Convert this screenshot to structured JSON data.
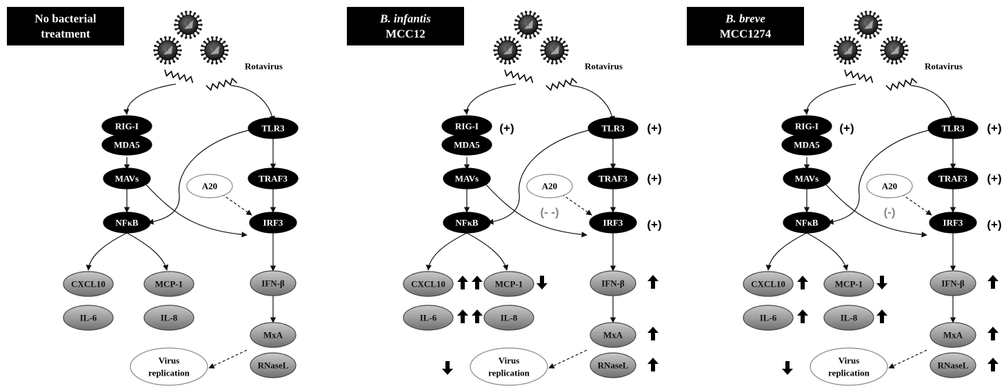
{
  "panels": [
    {
      "id": "no-treatment",
      "title_line1": "No bacterial",
      "title_line1_italic": false,
      "title_line2": "treatment",
      "virus_label": "Rotavirus",
      "nodes": {
        "rig": "RIG-I",
        "mda": "MDA5",
        "mav": "MAVs",
        "nfkb": "NFκB",
        "tlr3": "TLR3",
        "traf3": "TRAF3",
        "irf3": "IRF3",
        "a20": "A20",
        "cxcl10": "CXCL10",
        "mcp1": "MCP-1",
        "il6": "IL-6",
        "il8": "IL-8",
        "ifnb": "IFN-β",
        "mxa": "MxA",
        "rnasel": "RNaseL",
        "virus_rep_line1": "Virus",
        "virus_rep_line2": "replication"
      },
      "signs": {},
      "arrows": {}
    },
    {
      "id": "b-infantis",
      "title_line1": "B. infantis",
      "title_line1_italic": true,
      "title_line2": "MCC12",
      "virus_label": "Rotavirus",
      "nodes": {
        "rig": "RIG-I",
        "mda": "MDA5",
        "mav": "MAVs",
        "nfkb": "NFκB",
        "tlr3": "TLR3",
        "traf3": "TRAF3",
        "irf3": "IRF3",
        "a20": "A20",
        "cxcl10": "CXCL10",
        "mcp1": "MCP-1",
        "il6": "IL-6",
        "il8": "IL-8",
        "ifnb": "IFN-β",
        "mxa": "MxA",
        "rnasel": "RNaseL",
        "virus_rep_line1": "Virus",
        "virus_rep_line2": "replication"
      },
      "signs": {
        "rig": "(+)",
        "tlr3": "(+)",
        "traf3": "(+)",
        "irf3": "(+)",
        "a20": "(- -)"
      },
      "arrows": {
        "cxcl10": [
          "up",
          "up"
        ],
        "il6": [
          "up",
          "up"
        ],
        "mcp1": [
          "down"
        ],
        "ifnb": [
          "up"
        ],
        "mxa": [
          "up"
        ],
        "rnasel": [
          "up"
        ],
        "virus": [
          "down"
        ]
      }
    },
    {
      "id": "b-breve",
      "title_line1": "B. breve",
      "title_line1_italic": true,
      "title_line2": "MCC1274",
      "virus_label": "Rotavirus",
      "nodes": {
        "rig": "RIG-I",
        "mda": "MDA5",
        "mav": "MAVs",
        "nfkb": "NFκB",
        "tlr3": "TLR3",
        "traf3": "TRAF3",
        "irf3": "IRF3",
        "a20": "A20",
        "cxcl10": "CXCL10",
        "mcp1": "MCP-1",
        "il6": "IL-6",
        "il8": "IL-8",
        "ifnb": "IFN-β",
        "mxa": "MxA",
        "rnasel": "RNaseL",
        "virus_rep_line1": "Virus",
        "virus_rep_line2": "replication"
      },
      "signs": {
        "rig": "(+)",
        "tlr3": "(+)",
        "traf3": "(+)",
        "irf3": "(+)",
        "a20": "(-)"
      },
      "arrows": {
        "cxcl10": [
          "up"
        ],
        "il6": [
          "up"
        ],
        "mcp1": [
          "down"
        ],
        "il8": [
          "up"
        ],
        "ifnb": [
          "up"
        ],
        "mxa": [
          "up"
        ],
        "rnasel": [
          "up"
        ],
        "virus": [
          "down"
        ]
      }
    }
  ]
}
